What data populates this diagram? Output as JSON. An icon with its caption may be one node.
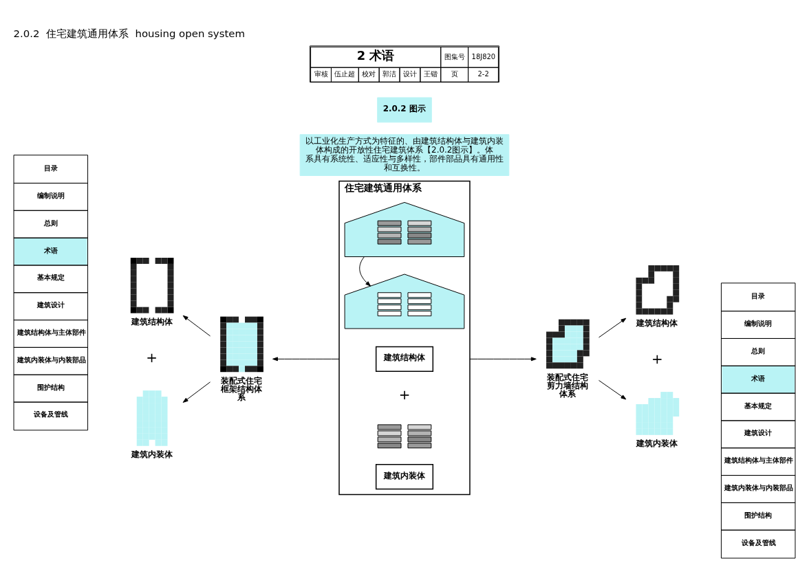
{
  "diagram": {
    "title": "2.0.2  住宅建筑通用体系  housing open system",
    "caption": "2.0.2 图示",
    "nodes": [
      {
        "text": [
          "住宅建筑通用体系"
        ]
      },
      {
        "text": [],
        "shape": "picture",
        "in": 0
      },
      {
        "text": [],
        "shape": "picture",
        "in": 0
      },
      {
        "text": [
          "建筑结构体"
        ],
        "in": 0
      },
      {
        "text": [],
        "shape": "picture",
        "in": 0
      },
      {
        "text": [
          "建筑内装体"
        ],
        "in": 0
      },
      {
        "text": [],
        "shape": "picture",
        "beside": [
          "装配式住宅框架结构体系"
        ]
      },
      {
        "text": [],
        "shape": "picture",
        "beside": [
          "建筑结构体"
        ]
      },
      {
        "text": [],
        "shape": "picture",
        "beside": [
          "建筑内装体"
        ]
      },
      {
        "text": [],
        "shape": "picture",
        "beside": [
          "装配式住宅剪力墙结构体系"
        ]
      },
      {
        "text": [],
        "shape": "picture",
        "beside": [
          "建筑结构体"
        ]
      },
      {
        "text": [],
        "shape": "picture",
        "beside": [
          "建筑内装体"
        ]
      }
    ],
    "edges": [
      {
        "from": 1,
        "to": 2,
        "arrow": "to"
      },
      {
        "from": 0,
        "to": 6,
        "arrow": "to"
      },
      {
        "from": 6,
        "to": 7,
        "arrow": "to"
      },
      {
        "from": 6,
        "to": 8,
        "arrow": "to"
      },
      {
        "from": 0,
        "to": 9,
        "arrow": "to"
      },
      {
        "from": 9,
        "to": 10,
        "arrow": "to"
      },
      {
        "from": 9,
        "to": 11,
        "arrow": "to"
      }
    ],
    "labels": [
      "以工业化生产方式为特征的、由建筑结构体与建筑内装体构成的开放性住宅建筑体系【2.0.2图示】。体系具有系统性、适应性与多样性，部件部品具有通用性和互换性。",
      "目录",
      "编制说明",
      "总则",
      "术语",
      "基本规定",
      "建筑设计",
      "建筑结构体与主体部件",
      "建筑内装体与内装部品",
      "围护结构",
      "设备及管线",
      "目录",
      "编制说明",
      "总则",
      "术语",
      "基本规定",
      "建筑设计",
      "建筑结构体与主体部件",
      "建筑内装体与内装部品",
      "围护结构",
      "设备及管线",
      "+",
      "+",
      "+",
      "2 术语",
      "图集号",
      "18J820",
      "审核",
      "伍止超",
      "校对",
      "郭洁",
      "设计",
      "王锴",
      "页",
      "2-2"
    ]
  }
}
